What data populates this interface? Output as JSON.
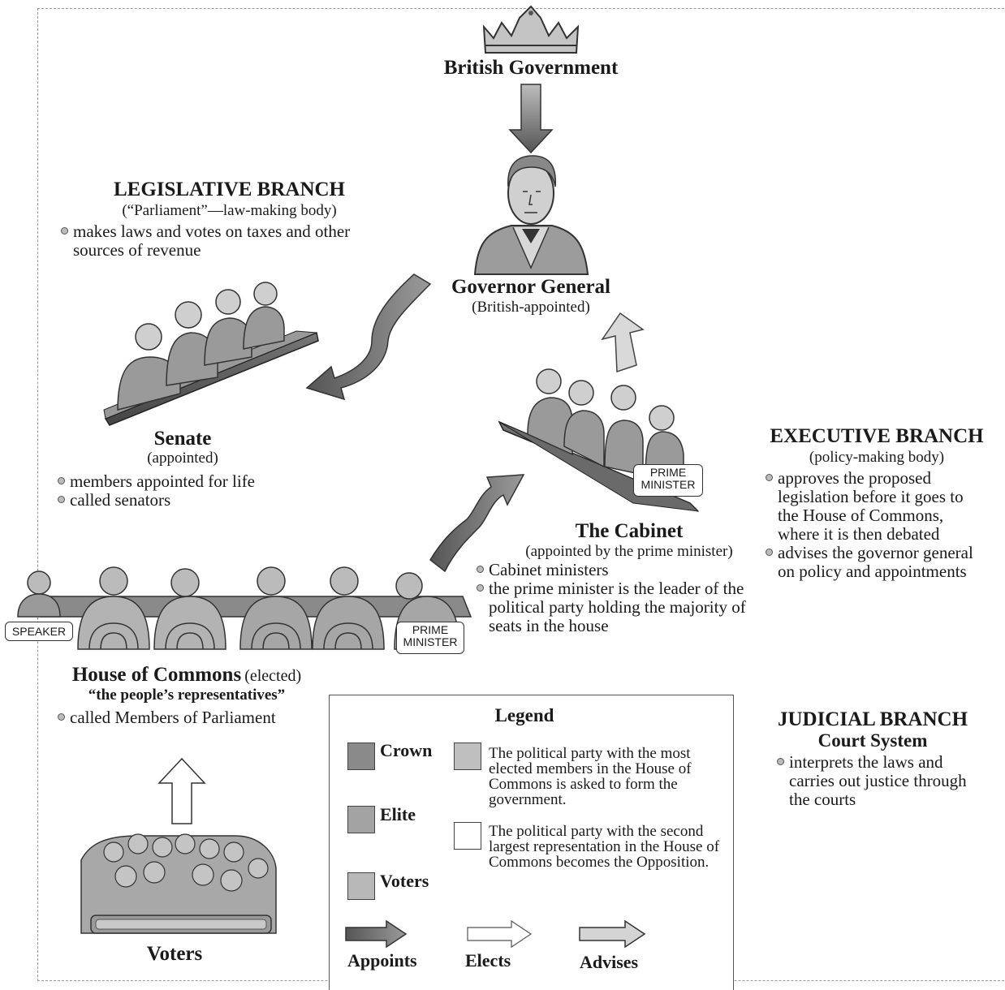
{
  "british_government": {
    "title": "British Government"
  },
  "governor_general": {
    "title": "Governor General",
    "subtitle": "(British-appointed)"
  },
  "legislative": {
    "title": "LEGISLATIVE BRANCH",
    "subtitle": "(“Parliament”—law-making body)",
    "bullets": [
      "makes laws and votes on taxes and other sources of revenue"
    ]
  },
  "senate": {
    "title": "Senate",
    "subtitle": "(appointed)",
    "bullets": [
      "members appointed for life",
      "called senators"
    ]
  },
  "cabinet": {
    "title": "The Cabinet",
    "subtitle": "(appointed by the prime minister)",
    "pm_label": "PRIME MINISTER",
    "bullets": [
      "Cabinet ministers",
      "the prime minister is the leader of the political party holding the majority of seats in the house"
    ]
  },
  "executive": {
    "title": "EXECUTIVE BRANCH",
    "subtitle": "(policy-making body)",
    "bullets": [
      "approves the proposed legislation before it goes to the House of Commons, where it is then debated",
      "advises the governor general on policy and appointments"
    ]
  },
  "commons": {
    "title": "House of Commons",
    "elected": "(elected)",
    "subtitle": "“the people’s representatives”",
    "speaker_label": "SPEAKER",
    "pm_label": "PRIME MINISTER",
    "bullets": [
      "called Members of Parliament"
    ]
  },
  "voters": {
    "title": "Voters"
  },
  "judicial": {
    "title": "JUDICIAL BRANCH",
    "subtitle": "Court System",
    "bullets": [
      "interprets the laws and carries out justice through the courts"
    ]
  },
  "legend": {
    "title": "Legend",
    "crown": "Crown",
    "elite": "Elite",
    "voters": "Voters",
    "governing_party": "The political party with the most elected members in the House of Commons is asked to form the government.",
    "opposition": "The political party with the second largest representation in the House of Commons becomes the Opposition.",
    "appoints": "Appoints",
    "elects": "Elects",
    "advises": "Advises",
    "colors": {
      "crown": "#8a8a8a",
      "elite": "#a3a3a3",
      "voters": "#b8b8b8",
      "governing": "#bfbfbf",
      "opposition": "#ffffff"
    }
  }
}
